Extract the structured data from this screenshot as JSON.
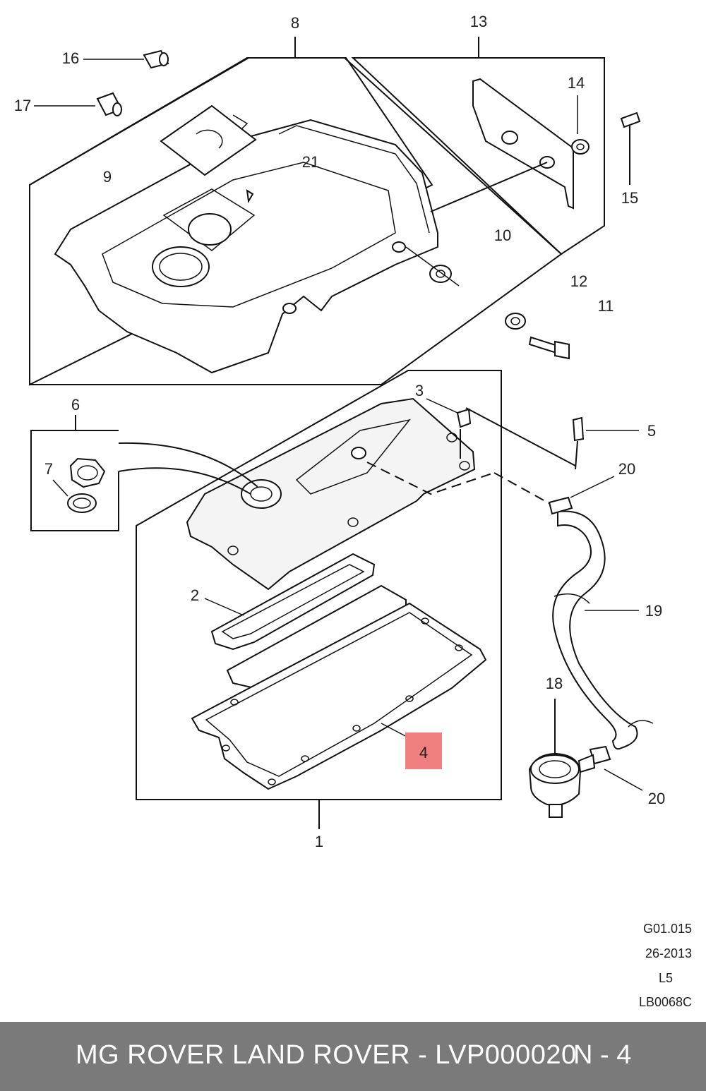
{
  "callouts": {
    "c1": "1",
    "c2": "2",
    "c3": "3",
    "c4": "4",
    "c5": "5",
    "c6": "6",
    "c7": "7",
    "c8": "8",
    "c9": "9",
    "c10": "10",
    "c11": "11",
    "c12": "12",
    "c13": "13",
    "c14": "14",
    "c15": "15",
    "c16": "16",
    "c17": "17",
    "c18": "18",
    "c19": "19",
    "c20a": "20",
    "c20b": "20",
    "c21": "21"
  },
  "highlight": {
    "label": "4",
    "color": "#f08080"
  },
  "meta": {
    "group": "G01.015",
    "date": "26-2013",
    "level": "L5",
    "ref": "LB0068C"
  },
  "footer": {
    "title": "MG ROVER LAND ROVER - LVP000020",
    "page": "N - 4",
    "bg_color": "#7a7a7a"
  }
}
